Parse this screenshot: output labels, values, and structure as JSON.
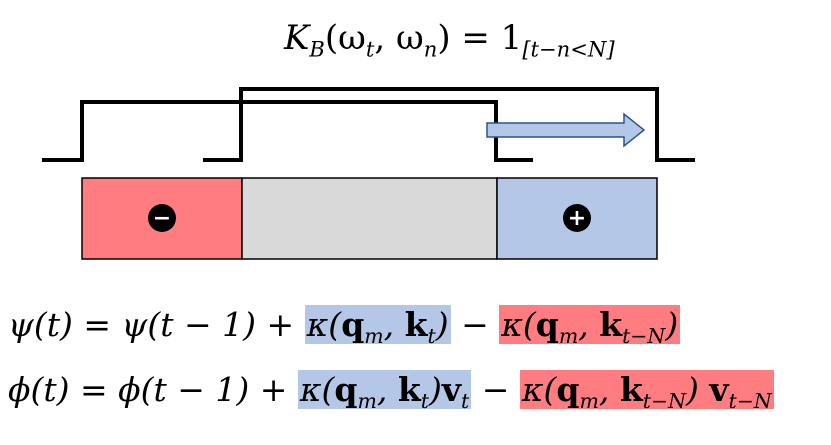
{
  "title_eq": {
    "K": "K",
    "B": "B",
    "args": "(ω",
    "t": "t",
    "comma": ", ω",
    "n": "n",
    "close": ") = 1",
    "cond": "[t−n<N]"
  },
  "blocks": {
    "minus_label": "−",
    "plus_label": "+",
    "left_color": "#ff7c80",
    "mid_color": "#d9d9d9",
    "right_color": "#b4c7e7",
    "arrow_color": "#b4c7e7"
  },
  "psi_eq": {
    "lhs": "ψ(t) = ψ(t − 1) + ",
    "plus_term": {
      "kappa": "κ(",
      "q": "q",
      "q_sub": "m",
      "comma": ", ",
      "k": "k",
      "k_sub": "t",
      "close": ")"
    },
    "minus_sign": " − ",
    "minus_term": {
      "kappa": "κ(",
      "q": "q",
      "q_sub": "m",
      "comma": ", ",
      "k": "k",
      "k_sub": "t−N",
      "close": ")"
    }
  },
  "phi_eq": {
    "lhs": "ϕ(t) = ϕ(t − 1) + ",
    "plus_term": {
      "kappa": "κ(",
      "q": "q",
      "q_sub": "m",
      "comma": ", ",
      "k": "k",
      "k_sub": "t",
      "close": ")",
      "v": "v",
      "v_sub": "t"
    },
    "minus_sign": " − ",
    "minus_term": {
      "kappa": "κ(",
      "q": "q",
      "q_sub": "m",
      "comma": ", ",
      "k": "k",
      "k_sub": "t−N",
      "close": ") ",
      "v": "v",
      "v_sub": "t−N"
    }
  }
}
